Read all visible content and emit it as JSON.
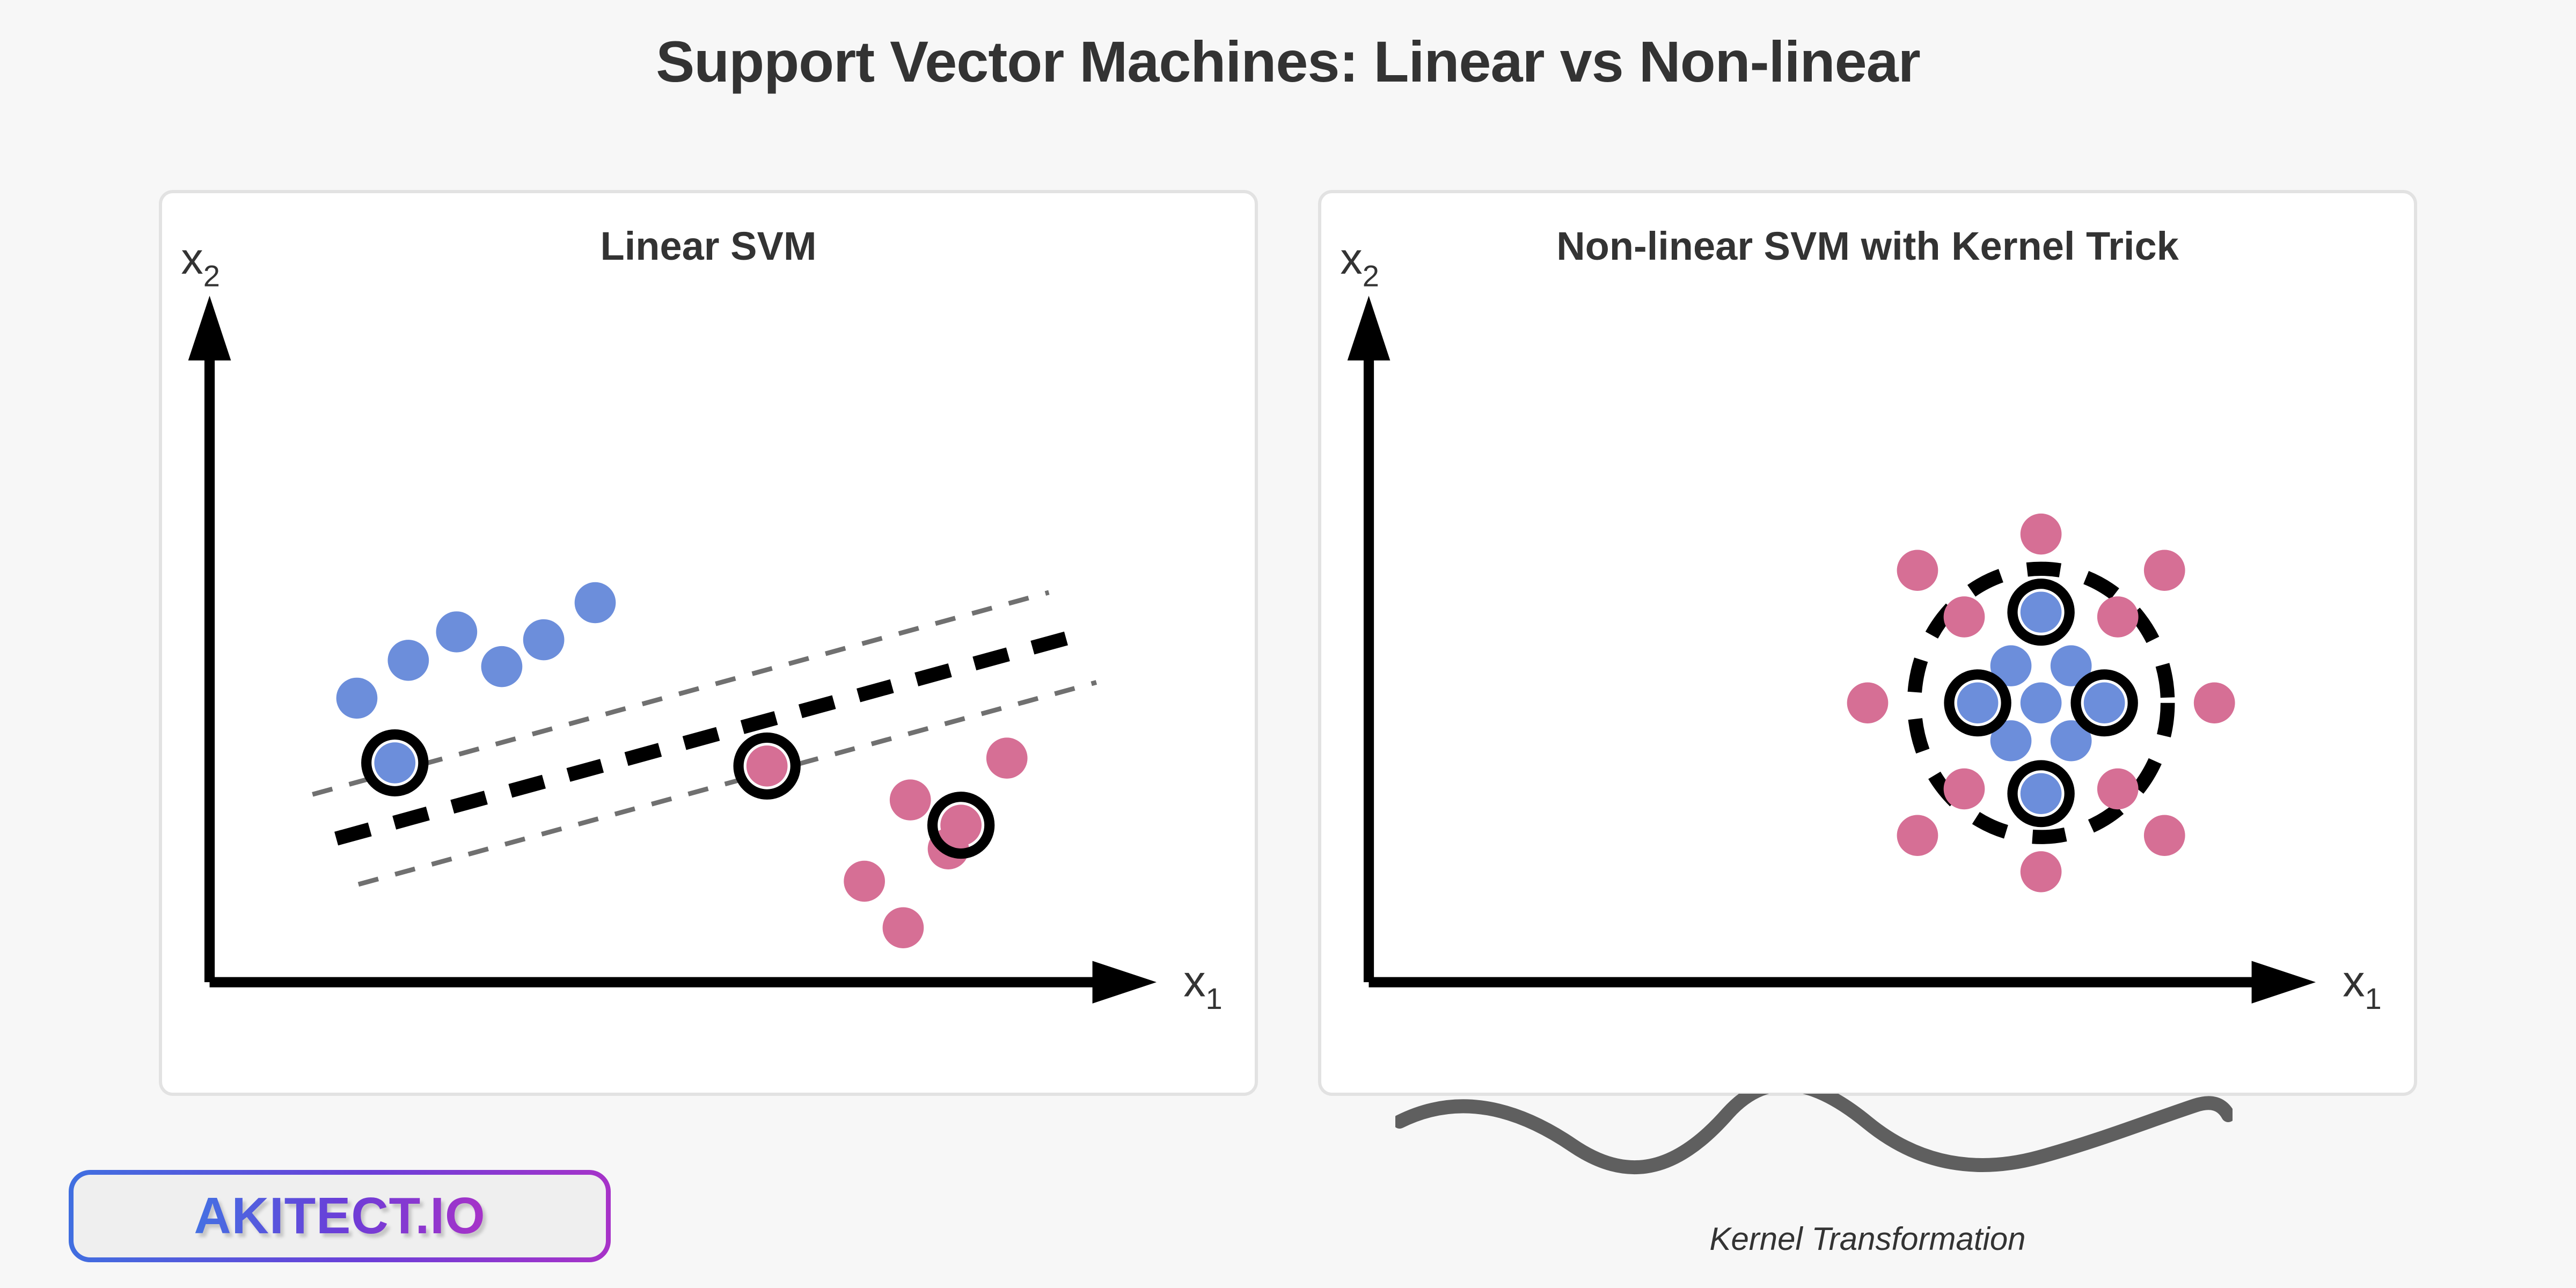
{
  "page": {
    "title": "Support Vector Machines: Linear vs Non-linear",
    "background_color": "#F7F7F7"
  },
  "brand": {
    "logo_text": "AKITECT.IO",
    "gradient_from": "#4372E3",
    "gradient_to": "#A832C8"
  },
  "kernel": {
    "caption": "Kernel Transformation",
    "wave_color": "#5F5F5F"
  },
  "colors": {
    "class_a": "#6C8EDB",
    "class_b": "#D66F95",
    "boundary": "#000000",
    "margin": "#707070",
    "axis": "#000000",
    "panel_border": "#E2E2E2",
    "text": "#333333"
  },
  "panels": [
    {
      "id": "linear",
      "title": "Linear SVM",
      "x_axis_label": "x",
      "x_axis_sub": "1",
      "y_axis_label": "x",
      "y_axis_sub": "2"
    },
    {
      "id": "nonlinear",
      "title": "Non-linear SVM with Kernel Trick",
      "x_axis_label": "x",
      "x_axis_sub": "1",
      "y_axis_label": "x",
      "y_axis_sub": "2"
    }
  ],
  "chart_data": [
    {
      "type": "scatter",
      "id": "linear-svm",
      "title": "Linear SVM",
      "xlabel": "x1",
      "ylabel": "x2",
      "grid": false,
      "legend": null,
      "axis_style": "arrow-axes",
      "series": [
        {
          "name": "Class A",
          "color": "#6C8EDB",
          "marker": "circle",
          "radius": 26,
          "points": [
            {
              "x": 246,
              "y": 640,
              "support_vector": false
            },
            {
              "x": 311,
              "y": 592,
              "support_vector": false
            },
            {
              "x": 372,
              "y": 556,
              "support_vector": false
            },
            {
              "x": 429,
              "y": 600,
              "support_vector": false
            },
            {
              "x": 482,
              "y": 566,
              "support_vector": false
            },
            {
              "x": 547,
              "y": 519,
              "support_vector": false
            },
            {
              "x": 294,
              "y": 722,
              "support_vector": true
            }
          ]
        },
        {
          "name": "Class B",
          "color": "#D66F95",
          "marker": "circle",
          "radius": 26,
          "points": [
            {
              "x": 1067,
              "y": 716,
              "support_vector": false
            },
            {
              "x": 945,
              "y": 769,
              "support_vector": false
            },
            {
              "x": 993,
              "y": 831,
              "support_vector": false
            },
            {
              "x": 887,
              "y": 872,
              "support_vector": false
            },
            {
              "x": 936,
              "y": 931,
              "support_vector": false
            },
            {
              "x": 764,
              "y": 726,
              "support_vector": true
            },
            {
              "x": 1009,
              "y": 801,
              "support_vector": true
            }
          ]
        }
      ],
      "decision_boundary": {
        "style": "dashed",
        "width": 18,
        "color": "#000000",
        "from": {
          "x": 220,
          "y": 818
        },
        "to": {
          "x": 1150,
          "y": 562
        }
      },
      "margins": [
        {
          "style": "dashed",
          "width": 6,
          "color": "#707070",
          "from": {
            "x": 190,
            "y": 762
          },
          "to": {
            "x": 1120,
            "y": 506
          }
        },
        {
          "style": "dashed",
          "width": 6,
          "color": "#707070",
          "from": {
            "x": 248,
            "y": 876
          },
          "to": {
            "x": 1180,
            "y": 620
          }
        }
      ]
    },
    {
      "type": "scatter",
      "id": "nonlinear-svm",
      "title": "Non-linear SVM with Kernel Trick",
      "xlabel": "x1",
      "ylabel": "x2",
      "grid": false,
      "legend": null,
      "axis_style": "arrow-axes",
      "series": [
        {
          "name": "Class A",
          "color": "#6C8EDB",
          "marker": "circle",
          "radius": 26,
          "points": [
            {
              "x": 871,
              "y": 599,
              "support_vector": false
            },
            {
              "x": 947,
              "y": 599,
              "support_vector": false
            },
            {
              "x": 909,
              "y": 646,
              "support_vector": false
            },
            {
              "x": 871,
              "y": 694,
              "support_vector": false
            },
            {
              "x": 947,
              "y": 694,
              "support_vector": false
            },
            {
              "x": 909,
              "y": 531,
              "support_vector": true
            },
            {
              "x": 829,
              "y": 646,
              "support_vector": true
            },
            {
              "x": 989,
              "y": 646,
              "support_vector": true
            },
            {
              "x": 909,
              "y": 761,
              "support_vector": true
            }
          ]
        },
        {
          "name": "Class B",
          "color": "#D66F95",
          "marker": "circle",
          "radius": 26,
          "points": [
            {
              "x": 909,
              "y": 432,
              "support_vector": false
            },
            {
              "x": 753,
              "y": 478,
              "support_vector": false
            },
            {
              "x": 1065,
              "y": 478,
              "support_vector": false
            },
            {
              "x": 812,
              "y": 537,
              "support_vector": false
            },
            {
              "x": 1006,
              "y": 537,
              "support_vector": false
            },
            {
              "x": 690,
              "y": 646,
              "support_vector": false
            },
            {
              "x": 1128,
              "y": 646,
              "support_vector": false
            },
            {
              "x": 812,
              "y": 755,
              "support_vector": false
            },
            {
              "x": 1006,
              "y": 755,
              "support_vector": false
            },
            {
              "x": 753,
              "y": 814,
              "support_vector": false
            },
            {
              "x": 1065,
              "y": 814,
              "support_vector": false
            },
            {
              "x": 909,
              "y": 860,
              "support_vector": false
            }
          ]
        }
      ],
      "decision_boundary": {
        "style": "dashed-circle",
        "width": 18,
        "color": "#000000",
        "center": {
          "x": 909,
          "y": 646
        },
        "rx": 160,
        "ry": 170
      },
      "margins": []
    }
  ]
}
